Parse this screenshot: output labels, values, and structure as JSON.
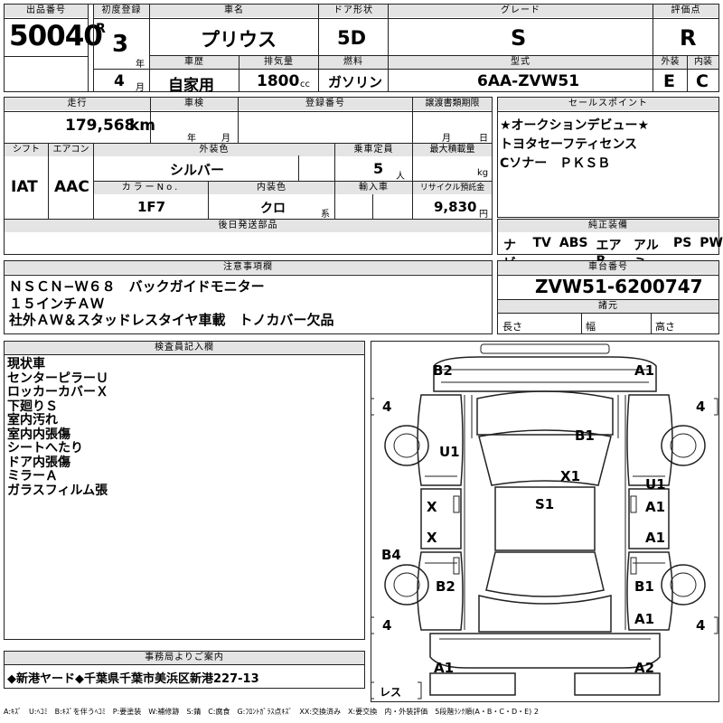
{
  "top": {
    "lot_label": "出品番号",
    "lot_value": "50040",
    "first_reg_label": "初度登録",
    "era": "R",
    "year": "3",
    "year_unit": "年",
    "month": "4",
    "month_unit": "月",
    "car_name_label": "車名",
    "car_name": "プリウス",
    "history_label": "車歴",
    "history": "自家用",
    "displacement_label": "排気量",
    "displacement": "1800",
    "displacement_unit": "cc",
    "door_label": "ドア形状",
    "door": "5D",
    "fuel_label": "燃料",
    "fuel": "ガソリン",
    "grade_label": "グレード",
    "grade": "S",
    "model_label": "型式",
    "model": "6AA-ZVW51",
    "score_label": "評価点",
    "score": "R",
    "ext_label": "外装",
    "ext": "E",
    "int_label": "内装",
    "int": "C"
  },
  "mid": {
    "mileage_label": "走行",
    "mileage": "179,568",
    "mileage_unit": "km",
    "inspection_label": "車検",
    "insp_year_unit": "年",
    "insp_month_unit": "月",
    "reg_no_label": "登録番号",
    "transfer_label": "譲渡書類期限",
    "tr_month_unit": "月",
    "tr_day_unit": "日",
    "shift_label": "シフト",
    "shift": "IAT",
    "ac_label": "エアコン",
    "ac": "AAC",
    "color_label": "外装色",
    "color": "シルバー",
    "capacity_label": "乗車定員",
    "capacity": "5",
    "capacity_unit": "人",
    "max_load_label": "最大積載量",
    "max_load_unit": "kg",
    "color_no_label": "カラーNo.",
    "color_no": "1F7",
    "int_color_label": "内装色",
    "int_color": "クロ",
    "int_color_unit": "系",
    "import_label": "輸入車",
    "recycle_label": "リサイクル預託金",
    "recycle": "9,830",
    "recycle_unit": "円",
    "later_parts_label": "後日発送部品"
  },
  "sales": {
    "label": "セールスポイント",
    "lines": [
      "★オークションデビュー★",
      "トヨタセーフティセンス",
      "Cソナー　ＰＫＳＢ"
    ]
  },
  "equip": {
    "label": "純正装備",
    "items": [
      "ナビ",
      "TV",
      "ABS",
      "エアB",
      "アルミ",
      "PS",
      "PW"
    ]
  },
  "caution": {
    "label": "注意事項欄",
    "lines": [
      "ＮＳＣＮ−Ｗ６８　バックガイドモニター",
      "１５インチＡＷ",
      "社外ＡＷ＆スタッドレスタイヤ車載　トノカバー欠品"
    ]
  },
  "chassis": {
    "label": "車台番号",
    "value": "ZVW51-6200747",
    "specs_label": "諸元",
    "length_label": "長さ",
    "width_label": "幅",
    "height_label": "高さ"
  },
  "inspector": {
    "label": "検査員記入欄",
    "lines": [
      "現状車",
      "センターピラーＵ",
      "ロッカーカバーＸ",
      "下廻りＳ",
      "室内汚れ",
      "室内内張傷",
      "シートへたり",
      "ドア内張傷",
      "ミラーＡ",
      "ガラスフィルム張"
    ]
  },
  "diagram": {
    "marks": [
      "B2",
      "A1",
      "B1",
      "U1",
      "X1",
      "U1",
      "A1",
      "X",
      "S1",
      "X",
      "A1",
      "B4",
      "B2",
      "B1",
      "A1",
      "A1",
      "A2"
    ],
    "tires": [
      "4",
      "4",
      "4",
      "4"
    ],
    "spare": "レス"
  },
  "office": {
    "label": "事務局よりご案内",
    "text": "◆新港ヤード◆千葉県千葉市美浜区新港227-13"
  },
  "legend": "A:ｷｽﾞ　U:ﾍｺﾐ　B:ｷｽﾞを伴うﾍｺﾐ　P:要塗装　W:補修跡　S:錆　C:腐食　G:ﾌﾛﾝﾄｶﾞﾗｽ点ｷｽﾞ　XX:交換済み　X:要交換　内・外装評価　5段階ﾗﾝｸ順(A・B・C・D・E) 2"
}
